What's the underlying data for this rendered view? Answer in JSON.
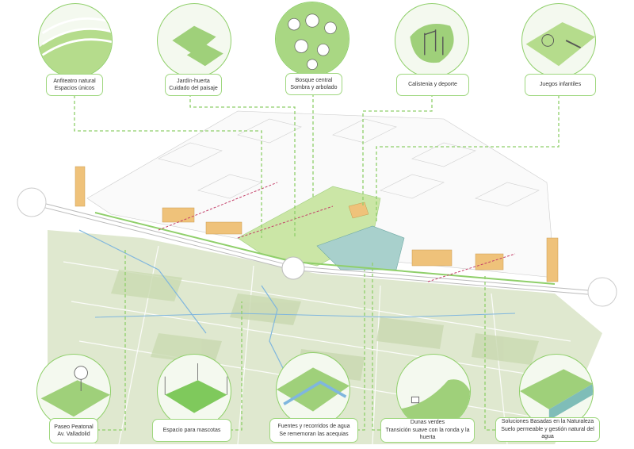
{
  "colors": {
    "accent_green": "#8fcf6a",
    "field_green": "#c9d9b0",
    "orange": "#e8b865",
    "teal": "#7fbdb8",
    "water": "#7fb6de",
    "axis_red": "#c4406a"
  },
  "top_vignettes": [
    {
      "icon": "amphitheater-icon",
      "lines": [
        "Anfiteatro natural",
        "Espacios únicos"
      ]
    },
    {
      "icon": "garden-plot-icon",
      "lines": [
        "Jardín-huerta",
        "Cuidado del paisaje"
      ]
    },
    {
      "icon": "forest-icon",
      "lines": [
        "Bosque central",
        "Sombra y arbolado"
      ]
    },
    {
      "icon": "calisthenics-icon",
      "lines": [
        "Calistenia y deporte"
      ]
    },
    {
      "icon": "playground-icon",
      "lines": [
        "Juegos infantiles"
      ]
    }
  ],
  "bottom_vignettes": [
    {
      "icon": "pedestrian-walk-icon",
      "lines": [
        "Paseo Peatonal",
        "Av. Valladolid"
      ]
    },
    {
      "icon": "dog-park-icon",
      "lines": [
        "Espacio para mascotas"
      ]
    },
    {
      "icon": "water-fountain-icon",
      "lines": [
        "Fuentes y recorridos de agua",
        "Se rememoran las acequias"
      ]
    },
    {
      "icon": "green-dune-icon",
      "lines": [
        "Dunas verdes",
        "Transición suave con la ronda y la huerta"
      ]
    },
    {
      "icon": "nature-solution-icon",
      "lines": [
        "Soluciones Basadas en la Naturaleza",
        "Suelo permeable y gestión natural del agua"
      ]
    }
  ]
}
